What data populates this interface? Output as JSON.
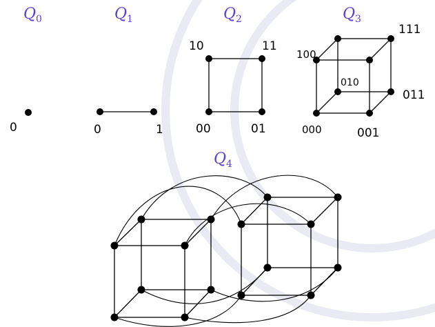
{
  "colors": {
    "graph": "#000000",
    "title": "#5a3fd6",
    "watermark": "#e9eaf3"
  },
  "diagrams": {
    "q0": {
      "title": {
        "letter": "Q",
        "sub": "0"
      },
      "labels": [
        "0"
      ]
    },
    "q1": {
      "title": {
        "letter": "Q",
        "sub": "1"
      },
      "labels": [
        "0",
        "1"
      ]
    },
    "q2": {
      "title": {
        "letter": "Q",
        "sub": "2"
      },
      "labels": [
        "10",
        "11",
        "00",
        "01"
      ]
    },
    "q3": {
      "title": {
        "letter": "Q",
        "sub": "3"
      },
      "labels": [
        "111",
        "100",
        "010",
        "011",
        "000",
        "001"
      ]
    },
    "q4": {
      "title": {
        "letter": "Q",
        "sub": "4"
      }
    }
  }
}
